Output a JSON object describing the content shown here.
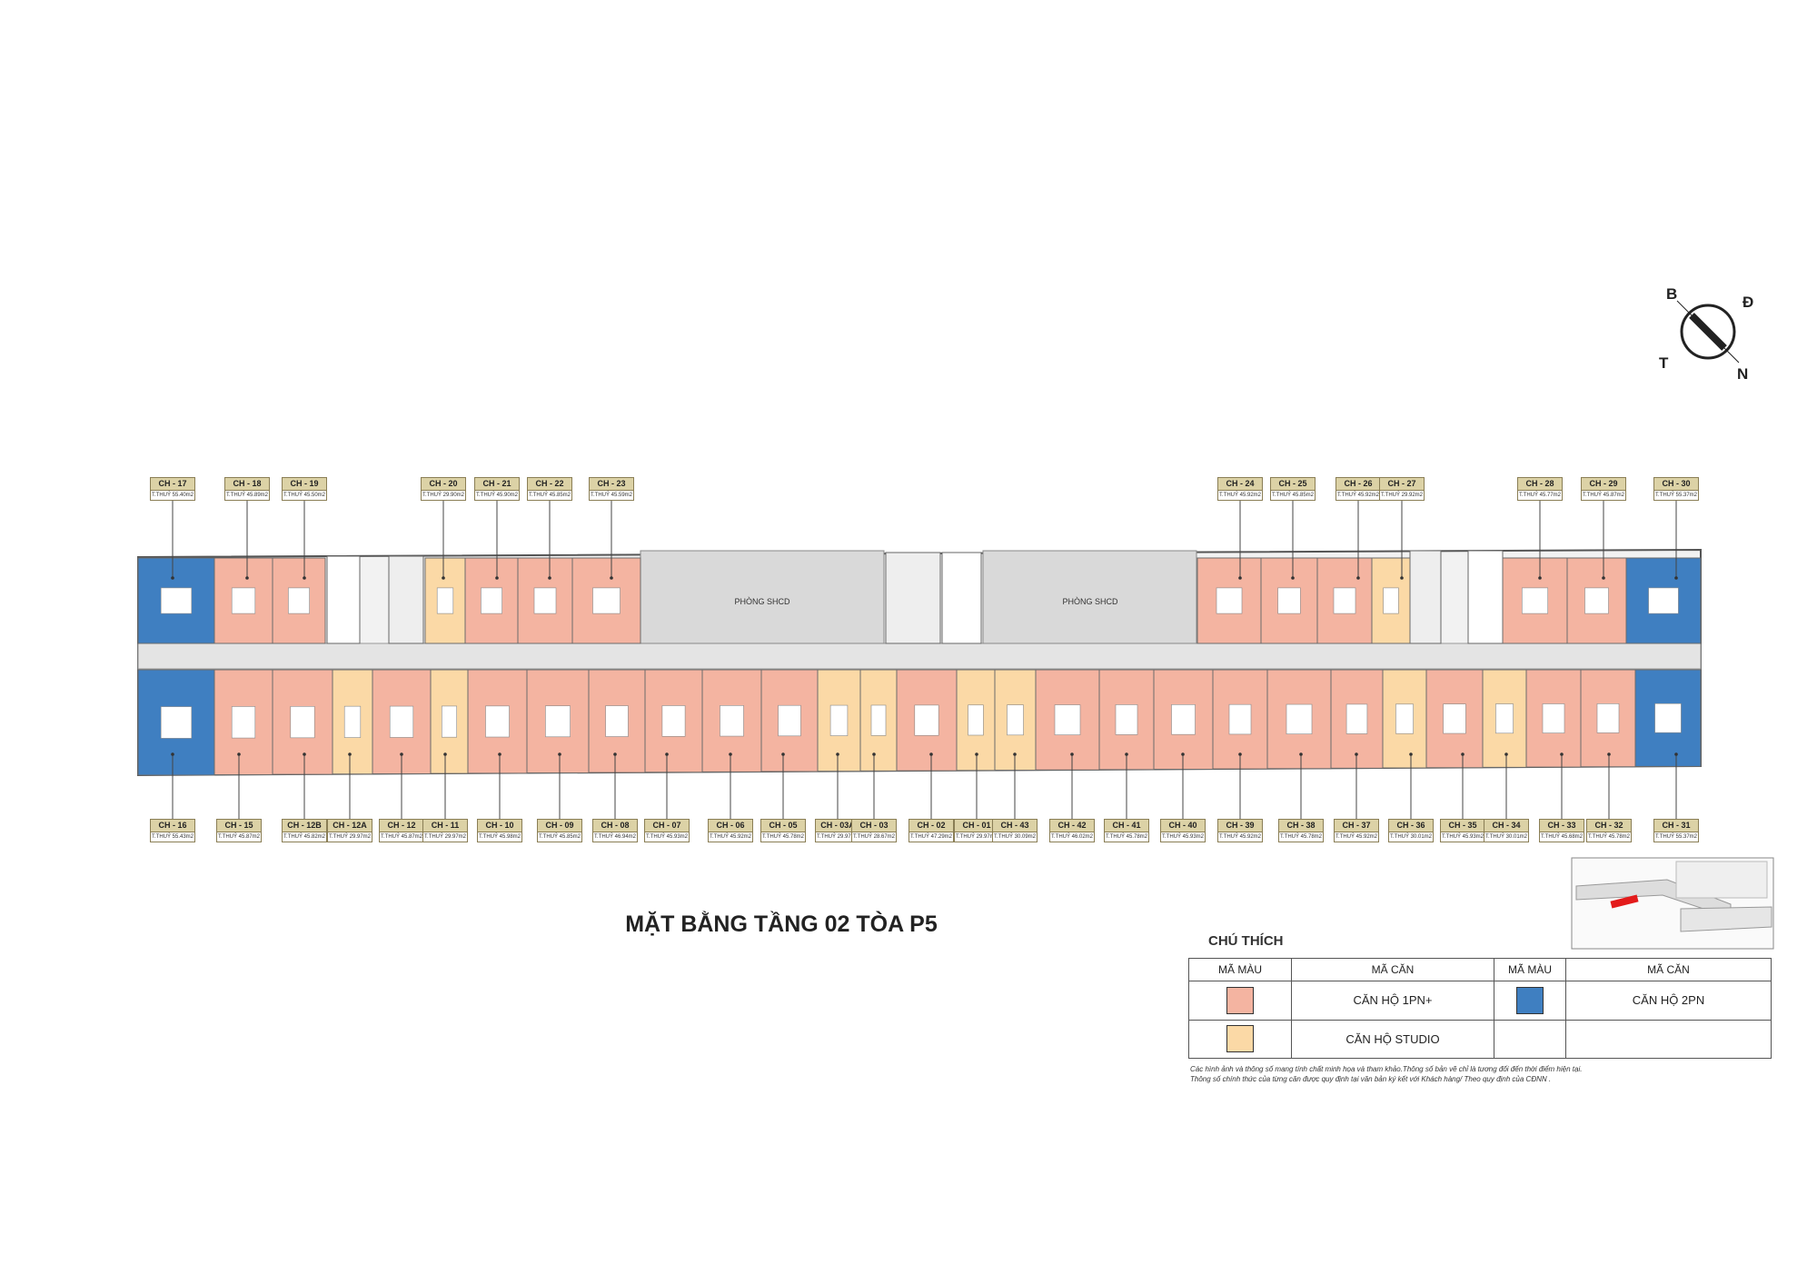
{
  "title": "MẶT BẰNG TẦNG 02 TÒA P5",
  "compass": {
    "b": "B",
    "d": "Đ",
    "t": "T",
    "n": "N"
  },
  "rooms": {
    "phong_shcd_1": "PHÒNG SHCD",
    "phong_shcd_2": "PHÒNG SHCD"
  },
  "legend": {
    "title": "CHÚ THÍCH",
    "col1": "MÃ MÀU",
    "col2": "MÃ CĂN",
    "col3": "MÃ MÀU",
    "col4": "MÃ CĂN",
    "item_1pn": "CĂN HỘ 1PN+",
    "item_2pn": "CĂN HỘ 2PN",
    "item_studio": "CĂN HỘ STUDIO",
    "colors": {
      "1pn": "#f4b4a1",
      "2pn": "#3f7fc1",
      "studio": "#fbd9a6"
    }
  },
  "note": {
    "line1": "Các hình ảnh và thông số mang tính chất minh họa và tham khảo.Thông số bản vẽ chỉ là tương đối đến thời điểm hiện tại.",
    "line2": "Thông số chính thức của từng căn được quy định tại văn bản ký kết với Khách hàng/ Theo quy định của CĐNN ."
  },
  "units_top": [
    {
      "code": "CH - 17",
      "area": "T.THUỶ 55.40m2",
      "type": "2pn"
    },
    {
      "code": "CH - 18",
      "area": "T.THUỶ 45.89m2",
      "type": "1pn"
    },
    {
      "code": "CH - 19",
      "area": "T.THUỶ 45.50m2",
      "type": "1pn"
    },
    {
      "code": "CH - 20",
      "area": "T.THUỶ 29.90m2",
      "type": "studio"
    },
    {
      "code": "CH - 21",
      "area": "T.THUỶ 45.90m2",
      "type": "1pn"
    },
    {
      "code": "CH - 22",
      "area": "T.THUỶ 45.85m2",
      "type": "1pn"
    },
    {
      "code": "CH - 23",
      "area": "T.THUỶ 45.59m2",
      "type": "1pn"
    },
    {
      "code": "CH - 24",
      "area": "T.THUỶ 45.92m2",
      "type": "1pn"
    },
    {
      "code": "CH - 25",
      "area": "T.THUỶ 45.85m2",
      "type": "1pn"
    },
    {
      "code": "CH - 26",
      "area": "T.THUỶ 45.92m2",
      "type": "1pn"
    },
    {
      "code": "CH - 27",
      "area": "T.THUỶ 29.92m2",
      "type": "studio"
    },
    {
      "code": "CH - 28",
      "area": "T.THUỶ 45.77m2",
      "type": "1pn"
    },
    {
      "code": "CH - 29",
      "area": "T.THUỶ 45.87m2",
      "type": "1pn"
    },
    {
      "code": "CH - 30",
      "area": "T.THUỶ 55.37m2",
      "type": "2pn"
    }
  ],
  "units_bottom": [
    {
      "code": "CH - 16",
      "area": "T.THUỶ 55.43m2",
      "type": "2pn"
    },
    {
      "code": "CH - 15",
      "area": "T.THUỶ 45.87m2",
      "type": "1pn"
    },
    {
      "code": "CH - 12B",
      "area": "T.THUỶ 45.82m2",
      "type": "1pn"
    },
    {
      "code": "CH - 12A",
      "area": "T.THUỶ 29.97m2",
      "type": "studio"
    },
    {
      "code": "CH - 12",
      "area": "T.THUỶ 45.87m2",
      "type": "1pn"
    },
    {
      "code": "CH - 11",
      "area": "T.THUỶ 29.97m2",
      "type": "studio"
    },
    {
      "code": "CH - 10",
      "area": "T.THUỶ 45.98m2",
      "type": "1pn"
    },
    {
      "code": "CH - 09",
      "area": "T.THUỶ 45.85m2",
      "type": "1pn"
    },
    {
      "code": "CH - 08",
      "area": "T.THUỶ 46.94m2",
      "type": "1pn"
    },
    {
      "code": "CH - 07",
      "area": "T.THUỶ 45.93m2",
      "type": "1pn"
    },
    {
      "code": "CH - 06",
      "area": "T.THUỶ 45.92m2",
      "type": "1pn"
    },
    {
      "code": "CH - 05",
      "area": "T.THUỶ 45.78m2",
      "type": "1pn"
    },
    {
      "code": "CH - 03A",
      "area": "T.THUỶ 29.97m2",
      "type": "studio"
    },
    {
      "code": "CH - 03",
      "area": "T.THUỶ 28.67m2",
      "type": "studio"
    },
    {
      "code": "CH - 02",
      "area": "T.THUỶ 47.29m2",
      "type": "1pn"
    },
    {
      "code": "CH - 01",
      "area": "T.THUỶ 29.97m2",
      "type": "studio"
    },
    {
      "code": "CH - 43",
      "area": "T.THUỶ 30.09m2",
      "type": "studio"
    },
    {
      "code": "CH - 42",
      "area": "T.THUỶ 46.02m2",
      "type": "1pn"
    },
    {
      "code": "CH - 41",
      "area": "T.THUỶ 45.78m2",
      "type": "1pn"
    },
    {
      "code": "CH - 40",
      "area": "T.THUỶ 45.93m2",
      "type": "1pn"
    },
    {
      "code": "CH - 39",
      "area": "T.THUỶ 45.92m2",
      "type": "1pn"
    },
    {
      "code": "CH - 38",
      "area": "T.THUỶ 45.78m2",
      "type": "1pn"
    },
    {
      "code": "CH - 37",
      "area": "T.THUỶ 45.92m2",
      "type": "1pn"
    },
    {
      "code": "CH - 36",
      "area": "T.THUỶ 30.01m2",
      "type": "studio"
    },
    {
      "code": "CH - 35",
      "area": "T.THUỶ 45.93m2",
      "type": "1pn"
    },
    {
      "code": "CH - 34",
      "area": "T.THUỶ 30.01m2",
      "type": "studio"
    },
    {
      "code": "CH - 33",
      "area": "T.THUỶ 45.68m2",
      "type": "1pn"
    },
    {
      "code": "CH - 32",
      "area": "T.THUỶ 45.78m2",
      "type": "1pn"
    },
    {
      "code": "CH - 31",
      "area": "T.THUỶ 55.37m2",
      "type": "2pn"
    }
  ]
}
